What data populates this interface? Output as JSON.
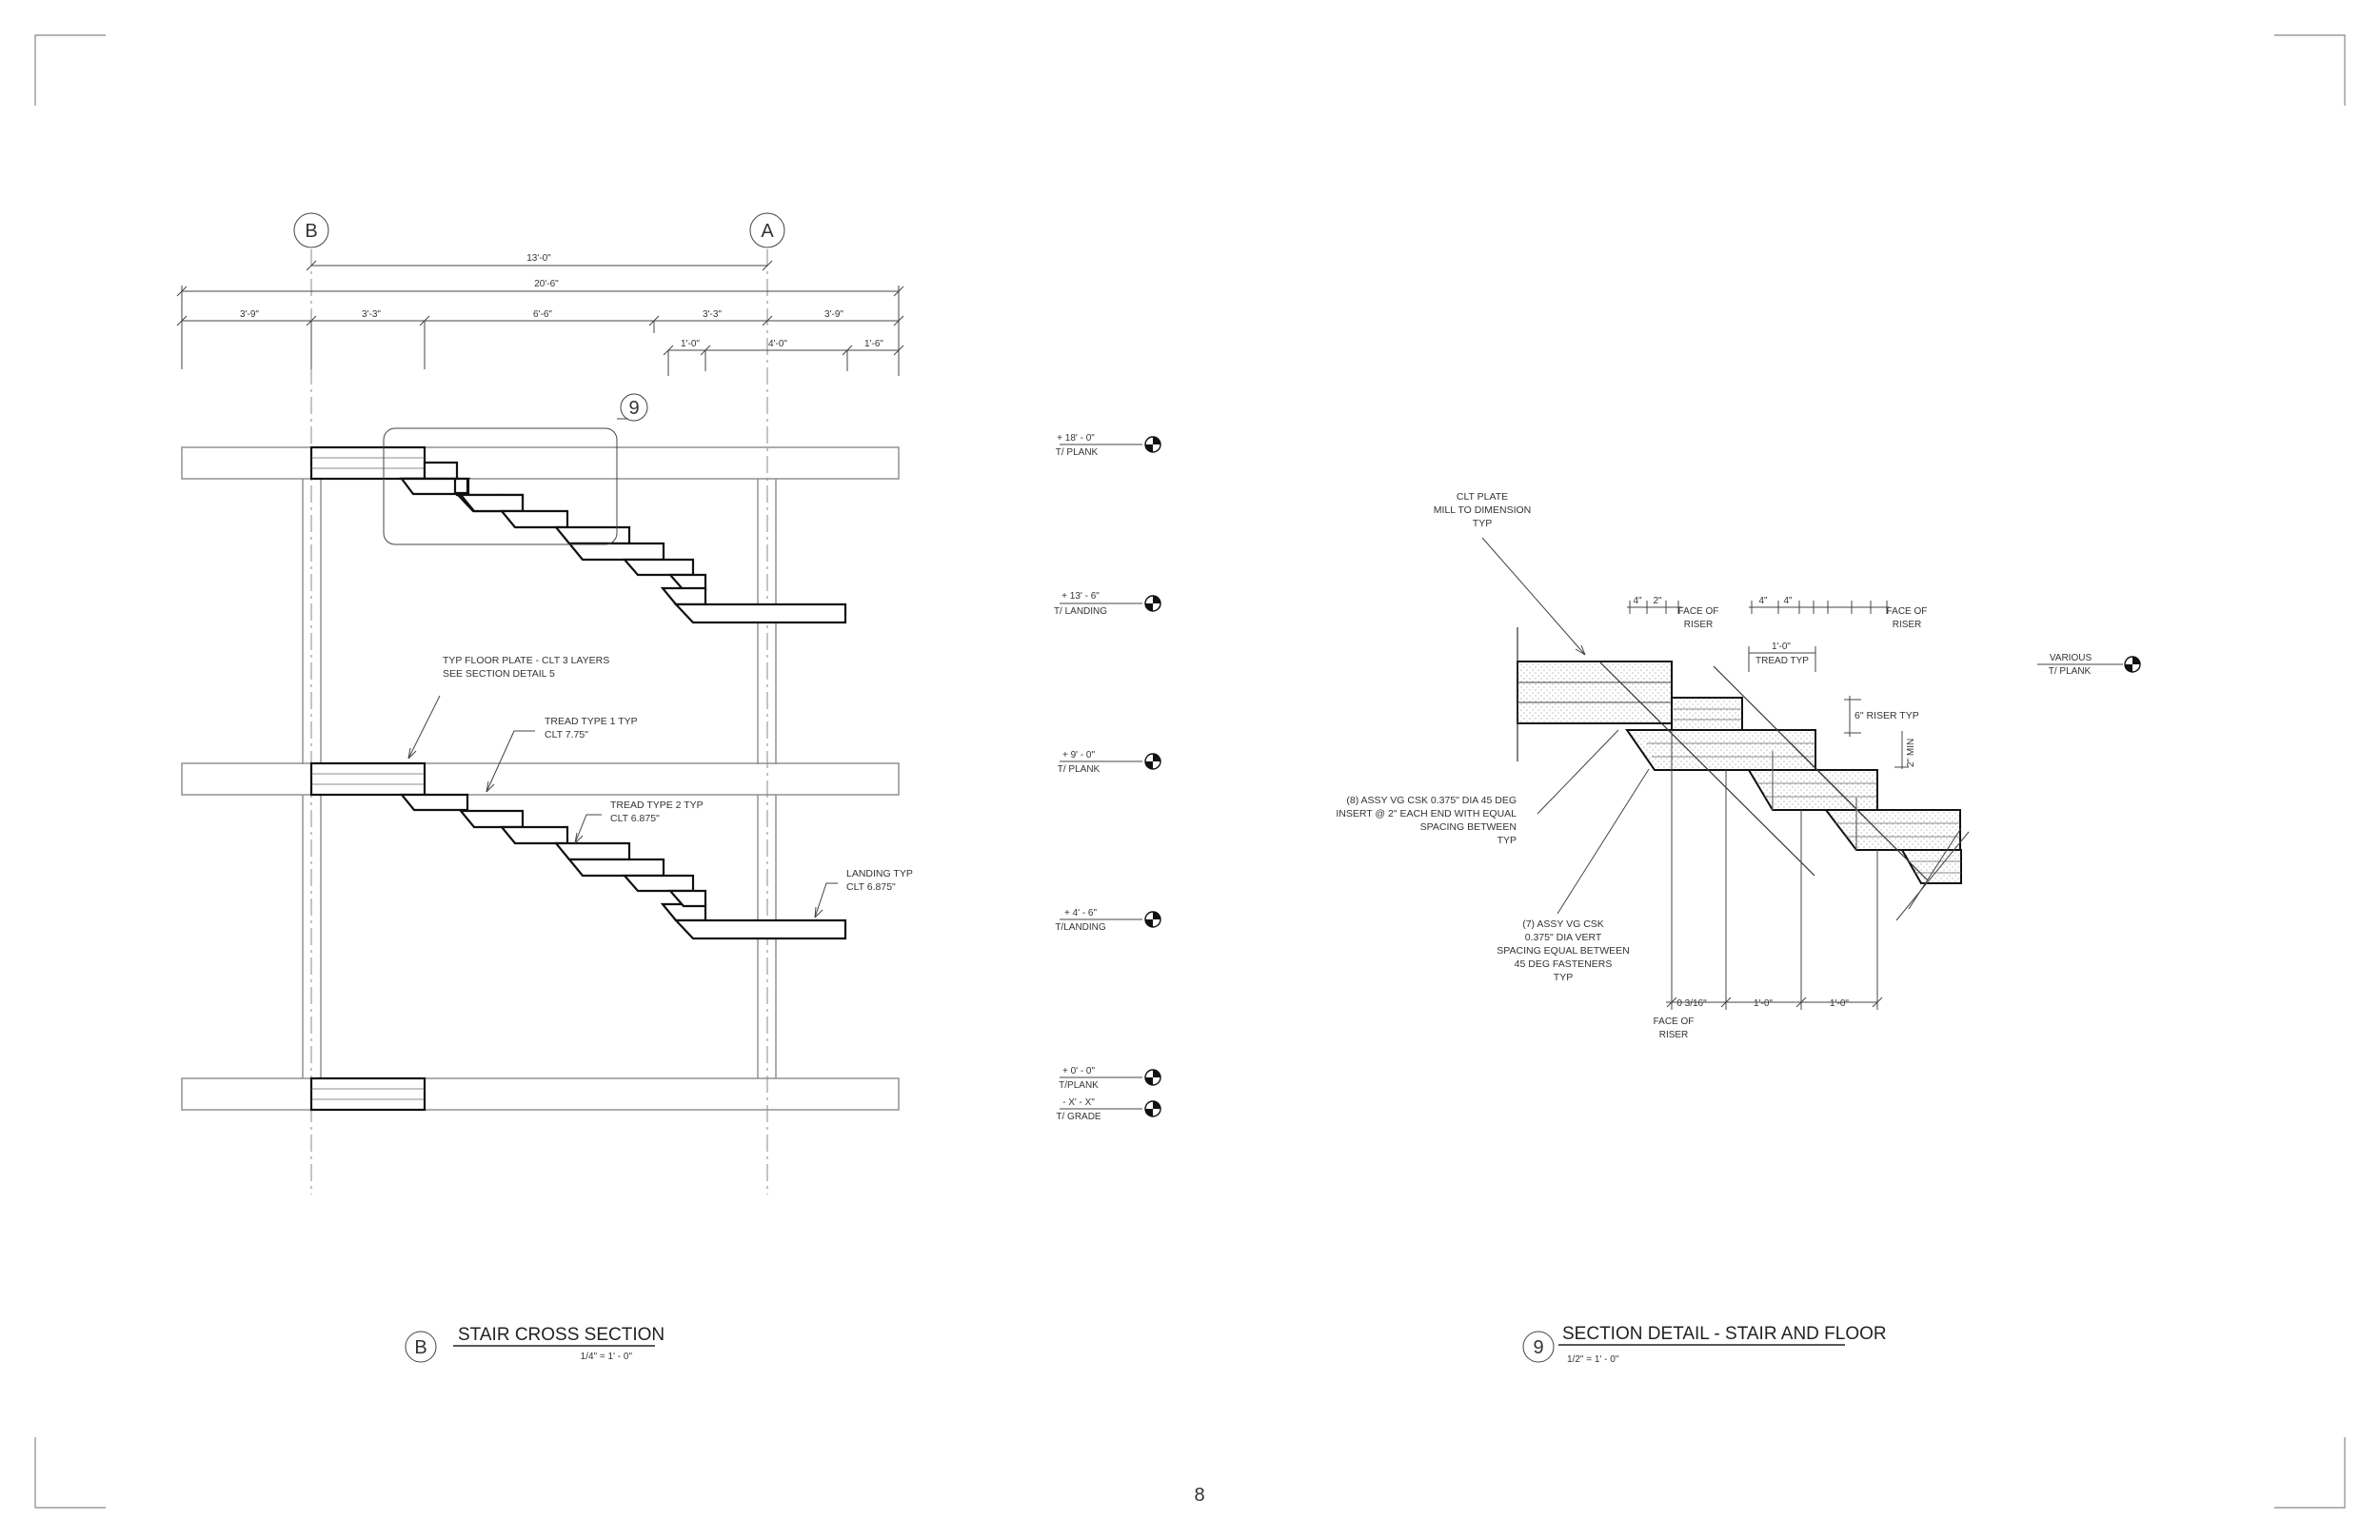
{
  "page_number": "8",
  "stair_section": {
    "title": "STAIR CROSS SECTION",
    "scale": "1/4\" = 1' - 0\"",
    "bubble": "B",
    "grid_b": "B",
    "grid_a": "A",
    "detail_ref": "9",
    "dims": {
      "overall_13": "13'-0\"",
      "overall_20": "20'-6\"",
      "seg1": "3'-9\"",
      "seg2": "3'-3\"",
      "seg3": "6'-6\"",
      "seg4": "3'-3\"",
      "seg5": "3'-9\"",
      "sub1": "1'-0\"",
      "sub2": "4'-0\"",
      "sub3": "1'-6\""
    },
    "notes": {
      "floor_plate_1": "TYP FLOOR PLATE - CLT  3 LAYERS",
      "floor_plate_2": "SEE SECTION DETAIL 5",
      "tread1_1": "TREAD TYPE 1 TYP",
      "tread1_2": "CLT 7.75\"",
      "tread2_1": "TREAD TYPE 2 TYP",
      "tread2_2": "CLT 6.875\"",
      "landing_1": "LANDING TYP",
      "landing_2": "CLT 6.875\""
    }
  },
  "elevations": [
    {
      "value": "+ 18' - 0\"",
      "label": "T/ PLANK"
    },
    {
      "value": "+ 13' - 6\"",
      "label": "T/ LANDING"
    },
    {
      "value": "+ 9' - 0\"",
      "label": "T/ PLANK"
    },
    {
      "value": "+ 4' - 6\"",
      "label": "T/LANDING"
    },
    {
      "value": "+ 0' - 0\"",
      "label": "T/PLANK"
    },
    {
      "value": "- X' - X\"",
      "label": "T/ GRADE"
    }
  ],
  "detail": {
    "title": "SECTION DETAIL - STAIR AND FLOOR",
    "scale": "1/2\" = 1' - 0\"",
    "bubble": "9",
    "notes": {
      "clt_1": "CLT PLATE",
      "clt_2": "MILL TO DIMENSION",
      "clt_3": "TYP",
      "s8_1": "(8) ASSY VG CSK 0.375\" DIA  45 DEG",
      "s8_2": "INSERT @ 2\" EACH END WITH EQUAL",
      "s8_3": "SPACING BETWEEN",
      "s8_4": "TYP",
      "s7_1": "(7) ASSY VG CSK",
      "s7_2": "0.375\" DIA VERT",
      "s7_3": "SPACING EQUAL BETWEEN",
      "s7_4": "45 DEG FASTENERS",
      "s7_5": "TYP",
      "face_riser_a1": "FACE OF",
      "face_riser_a2": "RISER",
      "face_riser_b1": "FACE OF",
      "face_riser_b2": "RISER",
      "face_riser_c1": "FACE OF",
      "face_riser_c2": "RISER",
      "tread_typ_dim": "1'-0\"",
      "tread_typ": "TREAD TYP",
      "riser_typ": "6\" RISER TYP",
      "min": "2\" MIN",
      "various_1": "VARIOUS",
      "various_2": "T/ PLANK",
      "dim_bottom_1": "0 3/16\"",
      "dim_bottom_2": "1'-0\"",
      "dim_bottom_3": "1'-0\"",
      "top_dim_a": "4\"",
      "top_dim_b": "2\"",
      "top_dim_c": "4\"",
      "top_dim_d": "4\""
    }
  }
}
